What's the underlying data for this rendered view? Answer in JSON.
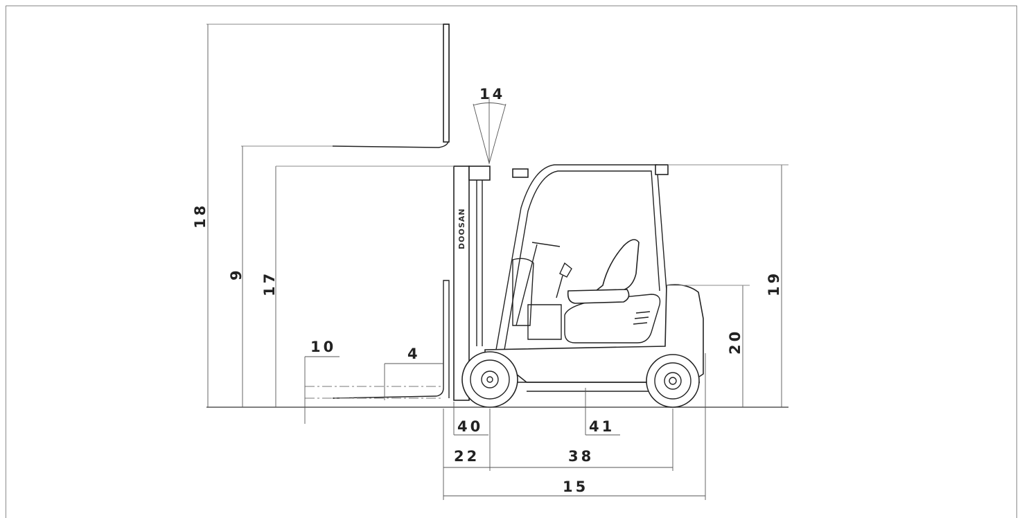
{
  "diagram": {
    "labels": {
      "d18": "18",
      "d9": "9",
      "d17": "17",
      "d14": "14",
      "d10": "10",
      "d4": "4",
      "d40": "40",
      "d41": "41",
      "d22": "22",
      "d38": "38",
      "d15": "15",
      "d20": "20",
      "d19": "19"
    },
    "mast_brand": "DOOSAN"
  },
  "colors": {
    "line": "#333333",
    "frame": "#8a8a8a",
    "background": "#ffffff"
  }
}
